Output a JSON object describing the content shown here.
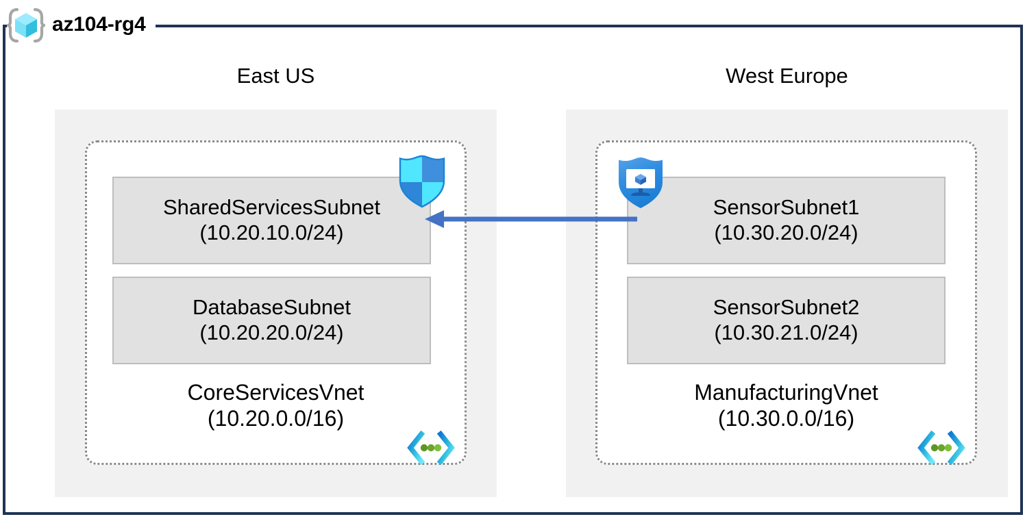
{
  "resource_group": {
    "name": "az104-rg4",
    "icon": "resource-group-icon",
    "border_color": "#1f3355"
  },
  "regions": [
    {
      "label": "East US",
      "background_color": "#f1f1f1",
      "vnet": {
        "name": "CoreServicesVnet",
        "address_space": "(10.20.0.0/16)",
        "icon": "virtual-network-icon",
        "border_style": "dotted",
        "border_color": "#8b8b8b",
        "subnets": [
          {
            "name": "SharedServicesSubnet",
            "address_prefix": "(10.20.10.0/24)",
            "attached_icon": "network-security-group-icon"
          },
          {
            "name": "DatabaseSubnet",
            "address_prefix": "(10.20.20.0/24)",
            "attached_icon": null
          }
        ]
      }
    },
    {
      "label": "West Europe",
      "background_color": "#f1f1f1",
      "vnet": {
        "name": "ManufacturingVnet",
        "address_space": "(10.30.0.0/16)",
        "icon": "virtual-network-icon",
        "border_style": "dotted",
        "border_color": "#8b8b8b",
        "subnets": [
          {
            "name": "SensorSubnet1",
            "address_prefix": "(10.30.20.0/24)",
            "attached_icon": "application-security-group-icon"
          },
          {
            "name": "SensorSubnet2",
            "address_prefix": "(10.30.21.0/24)",
            "attached_icon": null
          }
        ]
      }
    }
  ],
  "connection": {
    "name": "vnet-peering-arrow",
    "direction": "right-to-left",
    "color": "#4472c4",
    "label": ""
  },
  "palette": {
    "subnet_fill": "#e1e1e1",
    "subnet_border": "#bdbdbd",
    "region_fill": "#f1f1f1",
    "arrow_blue": "#4472c4",
    "azure_cyan": "#50e6ff",
    "azure_blue": "#0078d4",
    "vnet_green": "#5e9624"
  }
}
